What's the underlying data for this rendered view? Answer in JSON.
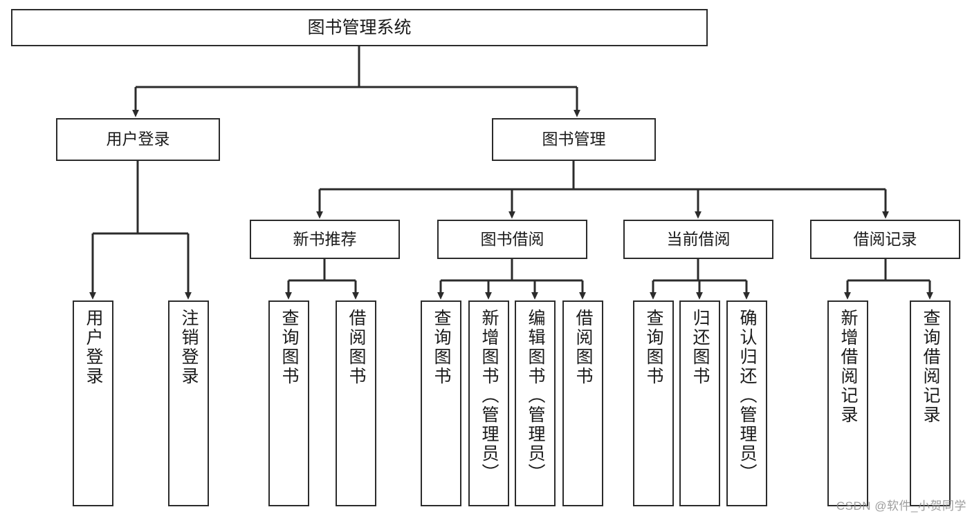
{
  "diagram": {
    "type": "hierarchy-tree",
    "title": "图书管理系统",
    "style": {
      "box_border": "#2b2b2b",
      "box_fill": "#ffffff",
      "line": "#2b2b2b",
      "text": "#1a1a1a",
      "background": "#ffffff"
    },
    "root": {
      "id": "root",
      "label": "图书管理系统"
    },
    "level1": [
      {
        "id": "user-login",
        "label": "用户登录"
      },
      {
        "id": "book-manage",
        "label": "图书管理"
      }
    ],
    "level2": [
      {
        "id": "new-book-rec",
        "label": "新书推荐",
        "parent": "book-manage"
      },
      {
        "id": "book-borrow",
        "label": "图书借阅",
        "parent": "book-manage"
      },
      {
        "id": "current-borrow",
        "label": "当前借阅",
        "parent": "book-manage"
      },
      {
        "id": "borrow-record",
        "label": "借阅记录",
        "parent": "book-manage"
      }
    ],
    "leaves": [
      {
        "id": "leaf-user-login",
        "label": "用户登录",
        "parent": "user-login"
      },
      {
        "id": "leaf-user-logout",
        "label": "注销登录",
        "parent": "user-login"
      },
      {
        "id": "leaf-query-book-1",
        "label": "查询图书",
        "parent": "new-book-rec"
      },
      {
        "id": "leaf-borrow-book-1",
        "label": "借阅图书",
        "parent": "new-book-rec"
      },
      {
        "id": "leaf-query-book-2",
        "label": "查询图书",
        "parent": "book-borrow"
      },
      {
        "id": "leaf-add-book",
        "label": "新增图书（管理员）",
        "parent": "book-borrow"
      },
      {
        "id": "leaf-edit-book",
        "label": "编辑图书（管理员）",
        "parent": "book-borrow"
      },
      {
        "id": "leaf-borrow-book-2",
        "label": "借阅图书",
        "parent": "book-borrow"
      },
      {
        "id": "leaf-query-book-3",
        "label": "查询图书",
        "parent": "current-borrow"
      },
      {
        "id": "leaf-return-book",
        "label": "归还图书",
        "parent": "current-borrow"
      },
      {
        "id": "leaf-confirm-return",
        "label": "确认归还（管理员）",
        "parent": "current-borrow"
      },
      {
        "id": "leaf-add-record",
        "label": "新增借阅记录",
        "parent": "borrow-record"
      },
      {
        "id": "leaf-query-record",
        "label": "查询借阅记录",
        "parent": "borrow-record"
      }
    ]
  },
  "watermark": {
    "text": "CSDN @软件_小贺同学"
  }
}
